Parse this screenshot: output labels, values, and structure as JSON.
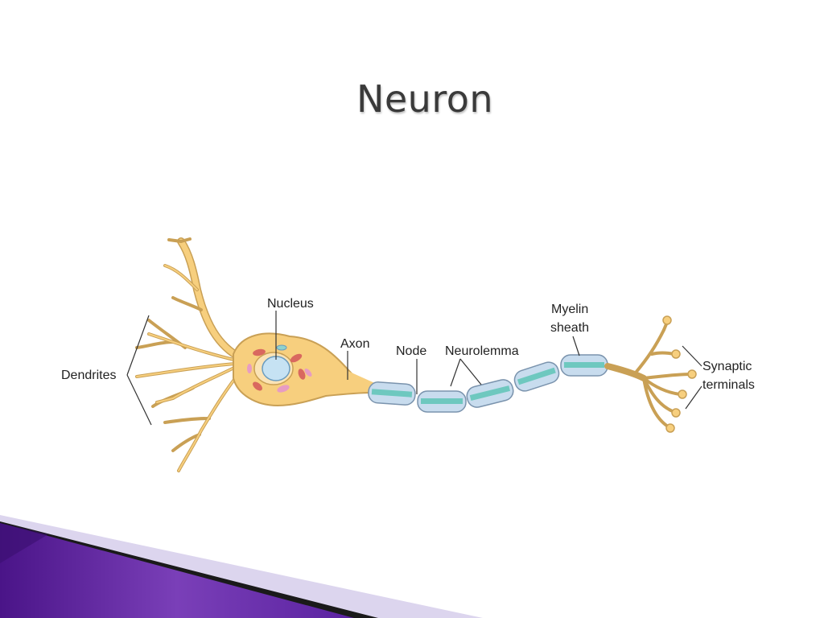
{
  "slide": {
    "title": "Neuron"
  },
  "diagram": {
    "labels": {
      "nucleus": "Nucleus",
      "axon": "Axon",
      "node": "Node",
      "neurolemma": "Neurolemma",
      "myelin_line1": "Myelin",
      "myelin_line2": "sheath",
      "dendrites": "Dendrites",
      "synaptic_line1": "Synaptic",
      "synaptic_line2": "terminals"
    }
  },
  "colors": {
    "cell_body": "#f7cf7e",
    "cell_outline": "#c9a055",
    "myelin": "#c8dcee",
    "myelin_core": "#6ec8bf",
    "band_purple": "#5a1e99",
    "band_lavender": "#dcd5ee"
  }
}
